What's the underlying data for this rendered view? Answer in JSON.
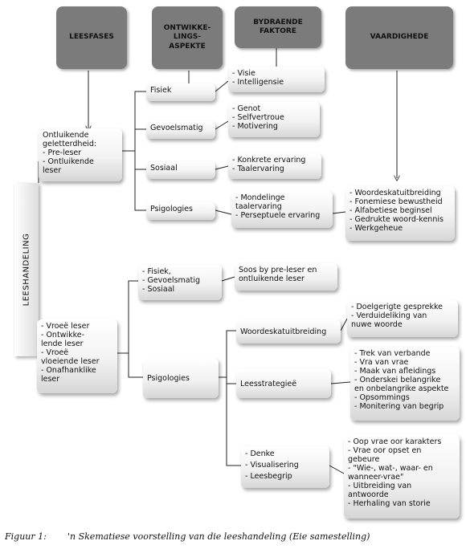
{
  "headers": {
    "leesfases": "LEESFASES",
    "ontwikkelingsaspekte": [
      "ONTWIKKE-",
      "LINGS-",
      "ASPEKTE"
    ],
    "bydraende": [
      "BYDRAENDE",
      "FAKTORE"
    ],
    "vaardighede": "VAARDIGHEDE"
  },
  "vertical_label": "LEESHANDELING",
  "phase_early": [
    "Ontluikende",
    "geletterdheid:",
    "- Pre-leser",
    "- Ontluikende",
    "leser"
  ],
  "phase_late": [
    "- Vroeë leser",
    "- Ontwikke-",
    "lende leser",
    "- Vroeë",
    "vloeiende leser",
    "- Onafhanklike",
    "leser"
  ],
  "aspects_early": {
    "fisiek": "Fisiek",
    "gevoelsmatig": "Gevoelsmatig",
    "sosiaal": "Sosiaal",
    "psigologies": "Psigologies"
  },
  "factors_early": {
    "fisiek": [
      "- Visie",
      "- Intelligensie"
    ],
    "gevoelsmatig": [
      "- Genot",
      "- Selfvertroue",
      "- Motivering"
    ],
    "sosiaal": [
      "- Konkrete ervaring",
      "- Taalervaring"
    ],
    "psigologies": [
      "- Mondelinge",
      "taalervaring",
      "- Perseptuele ervaring"
    ]
  },
  "skills_early": [
    "- Woordeskatuitbreiding",
    "- Fonemiese bewustheid",
    "- Alfabetiese beginsel",
    "- Gedrukte woord-kennis",
    "- Werkgeheue"
  ],
  "aspects_late": {
    "combined": [
      "- Fisiek,",
      "- Gevoelsmatig",
      "- Sosiaal"
    ],
    "combined_factor": [
      "Soos by pre-leser en",
      "ontluikende leser"
    ],
    "psigologies": "Psigologies"
  },
  "late_factors": {
    "woordeskat": "Woordeskatuitbreiding",
    "leesstrategiee": "Leesstrategieë",
    "leesbegrip": [
      "- Denke",
      "- Visualisering",
      "- Leesbegrip"
    ]
  },
  "late_skills": {
    "woordeskat": [
      "- Doelgerigte gesprekke",
      "- Verduideliking van",
      "nuwe woorde"
    ],
    "leesstrategiee": [
      "- Trek van verbande",
      "- Vra van vrae",
      "- Maak van afleidings",
      "- Onderskei belangrike",
      "en onbelangrike aspekte",
      "- Opsommings",
      "- Monitering van begrip"
    ],
    "leesbegrip": [
      "- Oop vrae oor karakters",
      "- Vrae oor opset en",
      "gebeure",
      "- \"Wie-, wat-, waar- en",
      "wanneer-vrae\"",
      "- Uitbreiding van",
      "antwoorde",
      "- Herhaling van storie"
    ]
  },
  "caption": {
    "label": "Figuur 1:",
    "text": "'n Skematiese voorstelling van die leeshandeling (Eie samestelling)"
  }
}
